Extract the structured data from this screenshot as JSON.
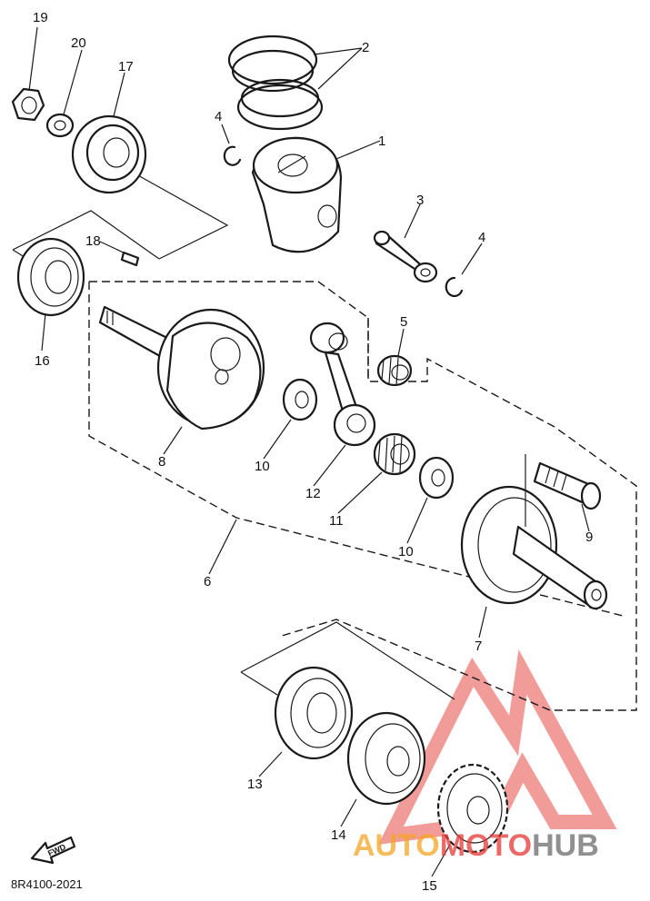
{
  "diagram": {
    "callouts": {
      "c1": "1",
      "c2": "2",
      "c3": "3",
      "c4a": "4",
      "c4b": "4",
      "c5": "5",
      "c6": "6",
      "c7": "7",
      "c8": "8",
      "c9": "9",
      "c10a": "10",
      "c10b": "10",
      "c11": "11",
      "c12": "12",
      "c13": "13",
      "c14": "14",
      "c15": "15",
      "c16": "16",
      "c17": "17",
      "c18": "18",
      "c19": "19",
      "c20": "20"
    },
    "part_code": "8R4100-2021",
    "fwd_label": "FWD",
    "watermark": {
      "part1": "AUTO",
      "part2": "MOTO",
      "part3": "HUB",
      "colors": {
        "orange": "#f5a623",
        "red": "#e53935",
        "gray": "#6b6b6b",
        "mark": "#e53935"
      }
    }
  }
}
